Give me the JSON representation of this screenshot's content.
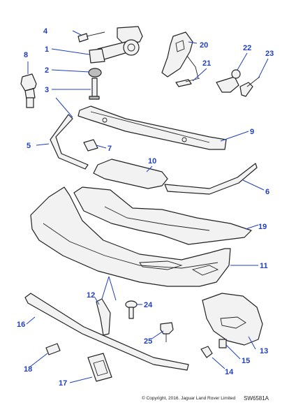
{
  "callouts": {
    "c1": "1",
    "c2": "2",
    "c3": "3",
    "c4": "4",
    "c5": "5",
    "c6": "6",
    "c7": "7",
    "c8": "8",
    "c9": "9",
    "c10": "10",
    "c11": "11",
    "c12": "12",
    "c13": "13",
    "c14": "14",
    "c15": "15",
    "c16": "16",
    "c17": "17",
    "c18": "18",
    "c19": "19",
    "c20": "20",
    "c21": "21",
    "c22": "22",
    "c23": "23",
    "c24": "24",
    "c25": "25"
  },
  "footer": {
    "copyright": "© Copyright, 2016. Jaguar Land Rover Limited",
    "figure_id": "SW6581A"
  },
  "colors": {
    "callout": "#1f3fbf",
    "line": "#222222"
  }
}
